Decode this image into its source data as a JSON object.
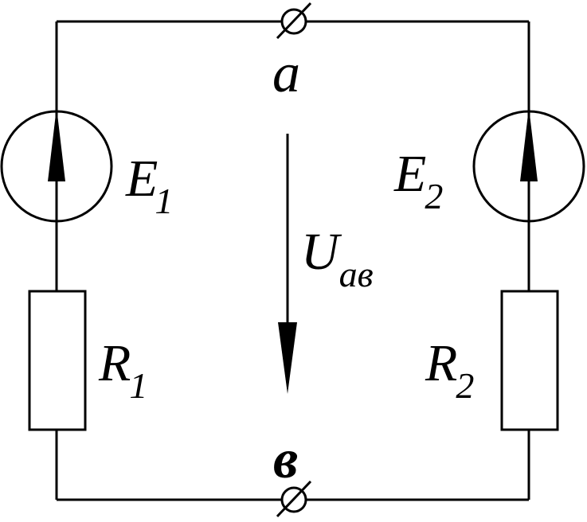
{
  "diagram": {
    "nodes": {
      "top": "a",
      "bottom": "в"
    },
    "sources": [
      {
        "symbol": "E",
        "subscript": "1"
      },
      {
        "symbol": "E",
        "subscript": "2"
      }
    ],
    "resistors": [
      {
        "symbol": "R",
        "subscript": "1"
      },
      {
        "symbol": "R",
        "subscript": "2"
      }
    ],
    "voltage": {
      "symbol": "U",
      "subscript": "aв"
    }
  }
}
